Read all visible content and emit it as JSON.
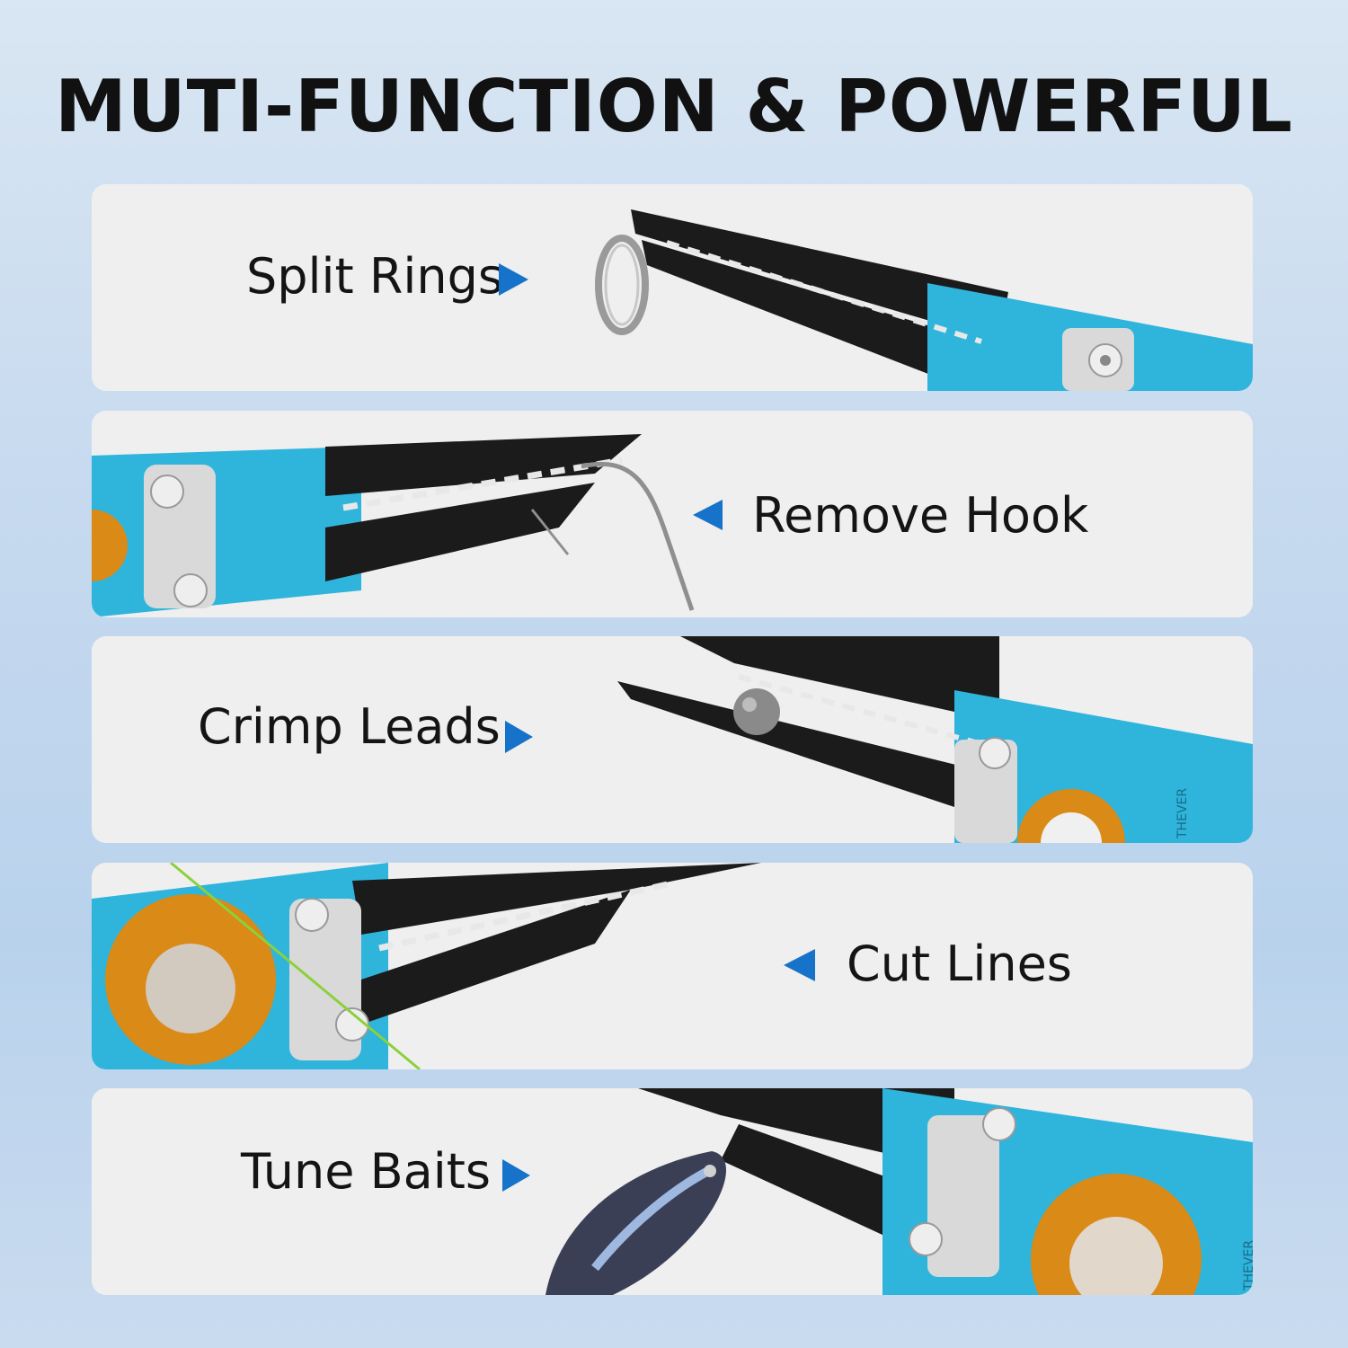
{
  "headline": "MUTI-FUNCTION & POWERFUL",
  "colors": {
    "arrow": "#1673c9",
    "handle_blue": "#2fb4dc",
    "jaw_black": "#1b1b1b",
    "pivot_gold": "#d98a17",
    "plate_steel": "#d9d9d9",
    "panel_bg": "#efefef",
    "fishing_line": "#8bd13b"
  },
  "features": [
    {
      "label": "Split Rings",
      "arrow": "right",
      "prop": "split-ring"
    },
    {
      "label": "Remove Hook",
      "arrow": "left",
      "prop": "fish-hook"
    },
    {
      "label": "Crimp Leads",
      "arrow": "right",
      "prop": "lead-sinker"
    },
    {
      "label": "Cut Lines",
      "arrow": "left",
      "prop": "fishing-line"
    },
    {
      "label": "Tune Baits",
      "arrow": "right",
      "prop": "fishing-lure"
    }
  ],
  "brand_mark": "THEVER"
}
